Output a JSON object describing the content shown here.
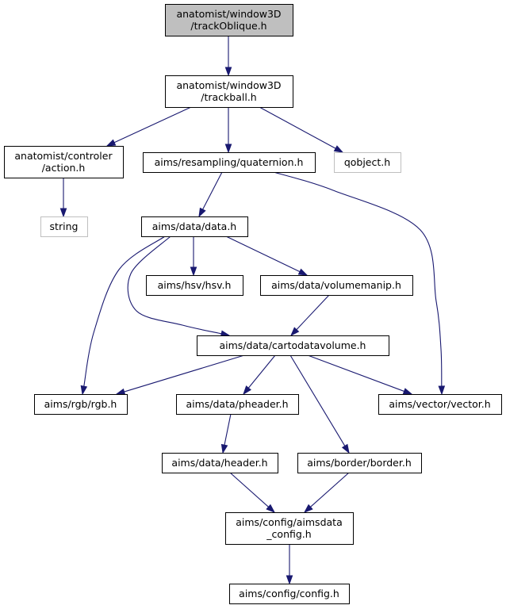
{
  "colors": {
    "edge": "#191970",
    "node_border": "#000000",
    "external_border": "#bfbfbf",
    "root_fill": "#bfbfbf",
    "node_fill": "#ffffff"
  },
  "nodes": [
    {
      "id": "trackOblique",
      "lines": [
        "anatomist/window3D",
        "/trackOblique.h"
      ],
      "kind": "root"
    },
    {
      "id": "trackball",
      "lines": [
        "anatomist/window3D",
        "/trackball.h"
      ],
      "kind": "normal"
    },
    {
      "id": "action",
      "lines": [
        "anatomist/controler",
        "/action.h"
      ],
      "kind": "normal"
    },
    {
      "id": "quaternion",
      "lines": [
        "aims/resampling/quaternion.h"
      ],
      "kind": "normal"
    },
    {
      "id": "qobject",
      "lines": [
        "qobject.h"
      ],
      "kind": "external"
    },
    {
      "id": "string",
      "lines": [
        "string"
      ],
      "kind": "external"
    },
    {
      "id": "data",
      "lines": [
        "aims/data/data.h"
      ],
      "kind": "normal"
    },
    {
      "id": "hsv",
      "lines": [
        "aims/hsv/hsv.h"
      ],
      "kind": "normal"
    },
    {
      "id": "volumemanip",
      "lines": [
        "aims/data/volumemanip.h"
      ],
      "kind": "normal"
    },
    {
      "id": "cartodatavolume",
      "lines": [
        "aims/data/cartodatavolume.h"
      ],
      "kind": "normal"
    },
    {
      "id": "rgb",
      "lines": [
        "aims/rgb/rgb.h"
      ],
      "kind": "normal"
    },
    {
      "id": "pheader",
      "lines": [
        "aims/data/pheader.h"
      ],
      "kind": "normal"
    },
    {
      "id": "vector",
      "lines": [
        "aims/vector/vector.h"
      ],
      "kind": "normal"
    },
    {
      "id": "header",
      "lines": [
        "aims/data/header.h"
      ],
      "kind": "normal"
    },
    {
      "id": "border",
      "lines": [
        "aims/border/border.h"
      ],
      "kind": "normal"
    },
    {
      "id": "aimsdata_config",
      "lines": [
        "aims/config/aimsdata",
        "_config.h"
      ],
      "kind": "normal"
    },
    {
      "id": "config",
      "lines": [
        "aims/config/config.h"
      ],
      "kind": "normal"
    }
  ],
  "edges": [
    {
      "from": "trackOblique",
      "to": "trackball"
    },
    {
      "from": "trackball",
      "to": "action"
    },
    {
      "from": "trackball",
      "to": "quaternion"
    },
    {
      "from": "trackball",
      "to": "qobject"
    },
    {
      "from": "action",
      "to": "string"
    },
    {
      "from": "quaternion",
      "to": "data"
    },
    {
      "from": "quaternion",
      "to": "vector"
    },
    {
      "from": "data",
      "to": "hsv"
    },
    {
      "from": "data",
      "to": "volumemanip"
    },
    {
      "from": "data",
      "to": "cartodatavolume"
    },
    {
      "from": "data",
      "to": "rgb"
    },
    {
      "from": "volumemanip",
      "to": "cartodatavolume"
    },
    {
      "from": "cartodatavolume",
      "to": "rgb"
    },
    {
      "from": "cartodatavolume",
      "to": "pheader"
    },
    {
      "from": "cartodatavolume",
      "to": "vector"
    },
    {
      "from": "cartodatavolume",
      "to": "border"
    },
    {
      "from": "pheader",
      "to": "header"
    },
    {
      "from": "header",
      "to": "aimsdata_config"
    },
    {
      "from": "border",
      "to": "aimsdata_config"
    },
    {
      "from": "aimsdata_config",
      "to": "config"
    }
  ]
}
